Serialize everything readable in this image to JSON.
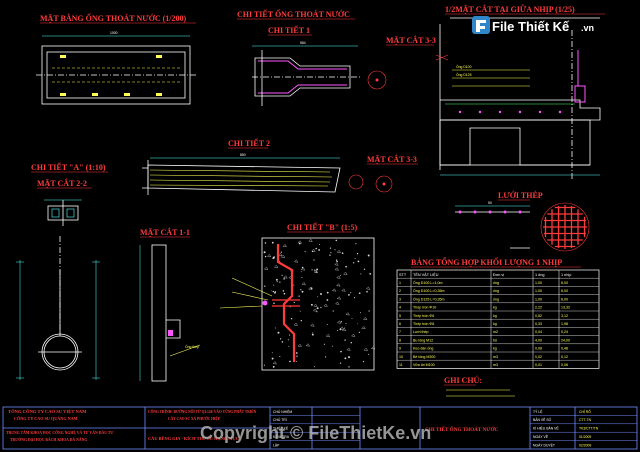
{
  "titles": {
    "pipe_plan": "MẶT BẰNG ỐNG THOÁT NƯỚC (1/200)",
    "pipe_detail": "CHI TIẾT ỐNG THOÁT NƯỚC",
    "detail_1": "CHI TIẾT 1",
    "half_section": "1/2MẶT CẮT TẠI GIỮA NHỊP (1/25)",
    "section_33_a": "MẶT CẮT 3-3",
    "section_33_b": "MẶT CẮT 3-3",
    "detail_2": "CHI TIẾT 2",
    "detail_a": "CHI TIẾT \"A\" (1:10)",
    "section_22": "MẶT CẮT 2-2",
    "section_11": "MẶT CẮT 1-1",
    "detail_b": "CHI TIẾT \"B\" (1:5)",
    "steel_mesh": "LƯỚI THÉP",
    "quantity_table": "BẢNG TỔNG HỢP KHỐI LƯỢNG 1 NHỊP",
    "notes": "GHI CHÚ:"
  },
  "watermark": {
    "logo_text": "File Thiết Kế",
    "logo_suffix": ".vn",
    "copyright": "Copyright © FileThietKe.vn"
  },
  "quantity_table": {
    "headers": [
      "STT",
      "TÊN VẬT LIỆU",
      "Đơn vị",
      "1 ống",
      "1 nhịp"
    ],
    "rows": [
      [
        "1",
        "Ống D100 L=1,0m",
        "ống",
        "1,00",
        "6,00"
      ],
      [
        "2",
        "Ống D100 L=0,35m",
        "ống",
        "1,00",
        "6,00"
      ],
      [
        "3",
        "Ống D125 L=0,35m",
        "ống",
        "1,00",
        "6,00"
      ],
      [
        "4",
        "Thép tròn Φ10",
        "kg",
        "2,22",
        "13,32"
      ],
      [
        "5",
        "Thép tròn Φ6",
        "kg",
        "0,52",
        "3,12"
      ],
      [
        "6",
        "Thép tròn Φ8",
        "kg",
        "0,33",
        "1,98"
      ],
      [
        "7",
        "Lưới thép",
        "m2",
        "0,04",
        "0,24"
      ],
      [
        "8",
        "Bu lông M12",
        "bộ",
        "4,00",
        "24,00"
      ],
      [
        "9",
        "Keo dán ống",
        "kg",
        "0,08",
        "0,48"
      ],
      [
        "10",
        "Bê tông M300",
        "m3",
        "0,02",
        "0,12"
      ],
      [
        "11",
        "Vữa lót M100",
        "m3",
        "0,01",
        "0,06"
      ]
    ]
  },
  "title_block": {
    "company": "TỔNG CÔNG TY CAO SU VIỆT NAM",
    "company_sub": "CÔNG TY CAO SU QUẢNG NAM",
    "designer": "TRUNG TÂM KHOA HỌC CÔNG NGHỆ VÀ TƯ VẤN ĐẦU TƯ",
    "designer_sub": "TRƯỜNG ĐẠI HỌC BÁCH KHOA ĐÀ NẴNG",
    "project": "CÔNG TRÌNH: ĐƯỜNG NỐI TỪ QL14E VÀO VÙNG PHÁT TRIỂN",
    "project_sub": "CÂY CAO SU XÃ PHƯỚC HIỆP",
    "item": "CẦU BÊNG GIA - KÍCH THƯỚC HẠNG MỤC",
    "drawing_title": "CHI TIẾT ỐNG THOÁT NƯỚC",
    "roles": [
      "CHỦ NHIỆM",
      "CHỦ TRÌ",
      "THIẾT KẾ",
      "KIỂM TRA",
      "LẬP"
    ],
    "fields": [
      "TỶ LỆ",
      "BẢN VẼ SỐ",
      "KÍ HIỆU BẢN VẼ",
      "NGÀY VẼ",
      "NGÀY DUYỆT"
    ],
    "values": [
      "CHỈ RÕ",
      "CTT-TN",
      "TK3/CTT/TN",
      "01/2009",
      "02/2009"
    ]
  },
  "dims": {
    "plan_dim": "1000",
    "detail1_dim": "584",
    "detail2_dim": "850",
    "mesh_dim": "50"
  }
}
